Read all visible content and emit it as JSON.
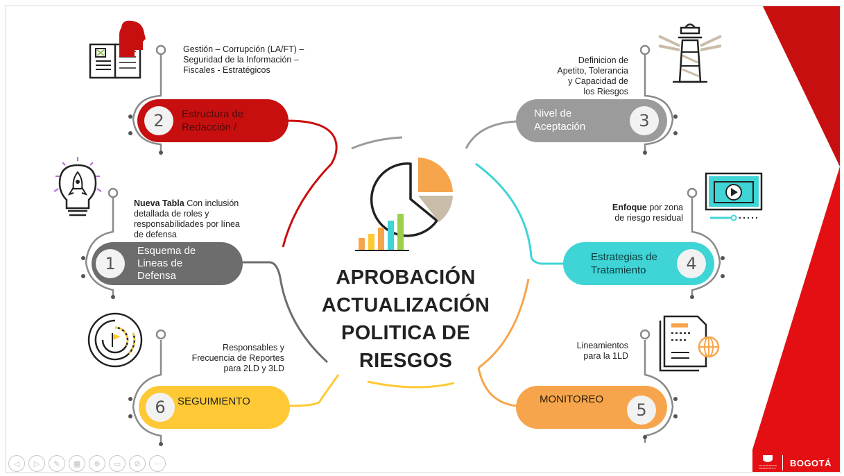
{
  "title": {
    "line1": "APROBACIÓN",
    "line2": "ACTUALIZACIÓN",
    "line3": "POLITICA DE",
    "line4": "RIESGOS"
  },
  "colors": {
    "red": "#c80f0f",
    "gray": "#9b9b9b",
    "cyan": "#3fd4d6",
    "orange": "#f7a54c",
    "yellow": "#ffc935",
    "dark": "#222222"
  },
  "steps": [
    {
      "number": "1",
      "label_lines": [
        "Esquema de",
        "Lineas de",
        "Defensa"
      ],
      "color": "#6d6d6d",
      "desc_bold": "Nueva Tabla",
      "desc_lines": [
        " Con inclusión",
        "detallada de roles y",
        "responsabilidades por línea",
        "de defensa"
      ],
      "icon": "rocket-bulb-icon"
    },
    {
      "number": "2",
      "label_lines": [
        "Estructura de",
        "Redacción /"
      ],
      "color": "#c80f0f",
      "desc_lines": [
        "Gestión – Corrupción (LA/FT) –",
        "Seguridad de la Información –",
        "Fiscales - Estratégicos"
      ],
      "icon": "book-reader-icon"
    },
    {
      "number": "3",
      "label_lines": [
        "Nivel de",
        "Aceptación"
      ],
      "color": "#9b9b9b",
      "desc_lines": [
        "Definicion de",
        "Apetito, Tolerancia",
        "y Capacidad de",
        "los Riesgos"
      ],
      "icon": "lighthouse-icon"
    },
    {
      "number": "4",
      "label_lines": [
        "Estrategias de",
        "Tratamiento"
      ],
      "color": "#3fd4d6",
      "desc_bold": "Enfoque",
      "desc_lines": [
        "  por zona",
        "de riesgo residual"
      ],
      "icon": "video-player-icon"
    },
    {
      "number": "5",
      "label_lines": [
        "MONITOREO"
      ],
      "color": "#f7a54c",
      "desc_lines": [
        "Lineamientos",
        "para la 1LD"
      ],
      "icon": "document-globe-icon"
    },
    {
      "number": "6",
      "label_lines": [
        "SEGUIMIENTO"
      ],
      "color": "#ffc935",
      "desc_lines": [
        "Responsables y",
        "Frecuencia de Reportes",
        "para 2LD y 3LD"
      ],
      "icon": "maze-flag-icon"
    }
  ],
  "toolbar": {
    "buttons": [
      "previous-icon",
      "next-icon",
      "pen-icon",
      "pages-icon",
      "zoom-icon",
      "subtitles-icon",
      "camera-off-icon",
      "more-icon"
    ]
  },
  "logo": {
    "brand": "BOGOTÁ",
    "seal_line1": "ALCALDÍA MAYOR",
    "seal_line2": "DE BOGOTÁ D.C."
  }
}
